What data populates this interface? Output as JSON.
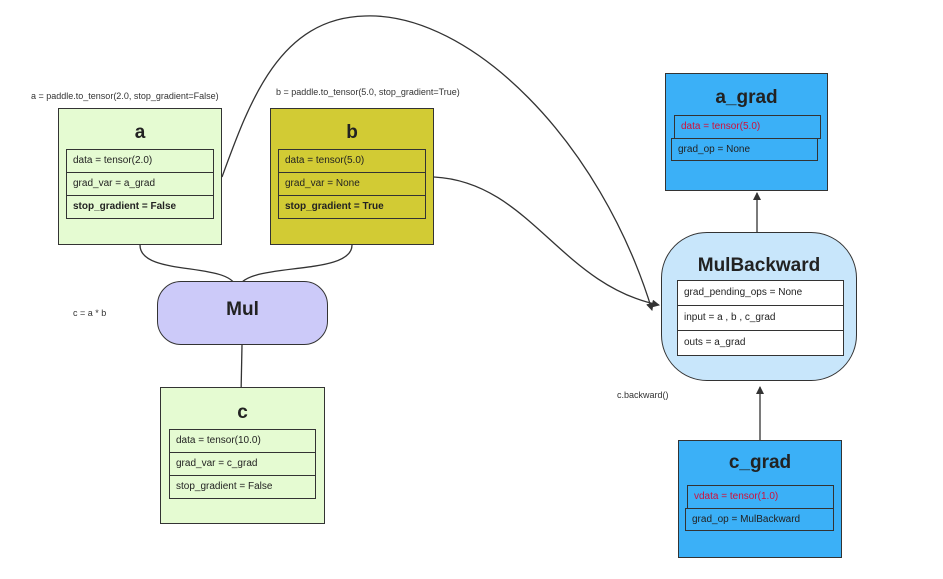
{
  "notes": {
    "a_code": "a = paddle.to_tensor(2.0, stop_gradient=False)",
    "b_code": "b = paddle.to_tensor(5.0, stop_gradient=True)",
    "c_code": "c = a * b",
    "backward_code": "c.backward()"
  },
  "node_a": {
    "title": "a",
    "rows": [
      "data = tensor(2.0)",
      "grad_var = a_grad",
      "stop_gradient = False"
    ],
    "color": "#e5fbd2"
  },
  "node_b": {
    "title": "b",
    "rows": [
      "data = tensor(5.0)",
      "grad_var = None",
      "stop_gradient = True"
    ],
    "color": "#d2cb34"
  },
  "node_mul": {
    "title": "Mul",
    "color": "#cccaf9"
  },
  "node_c": {
    "title": "c",
    "rows": [
      "data = tensor(10.0)",
      "grad_var = c_grad",
      "stop_gradient = False"
    ],
    "color": "#e5fbd2"
  },
  "node_a_grad": {
    "title": "a_grad",
    "rows": [
      "data = tensor(5.0)",
      "grad_op = None"
    ],
    "color": "#3bb0f7"
  },
  "node_mulbackward": {
    "title": "MulBackward",
    "rows": [
      "grad_pending_ops = None",
      "input = a , b , c_grad",
      "outs = a_grad"
    ],
    "color": "#c8e6fb"
  },
  "node_c_grad": {
    "title": "c_grad",
    "rows": [
      "vdata = tensor(1.0)",
      "grad_op = MulBackward"
    ],
    "color": "#3bb0f7"
  },
  "colors": {
    "highlight_text": "#d0103a",
    "stroke": "#333333"
  }
}
